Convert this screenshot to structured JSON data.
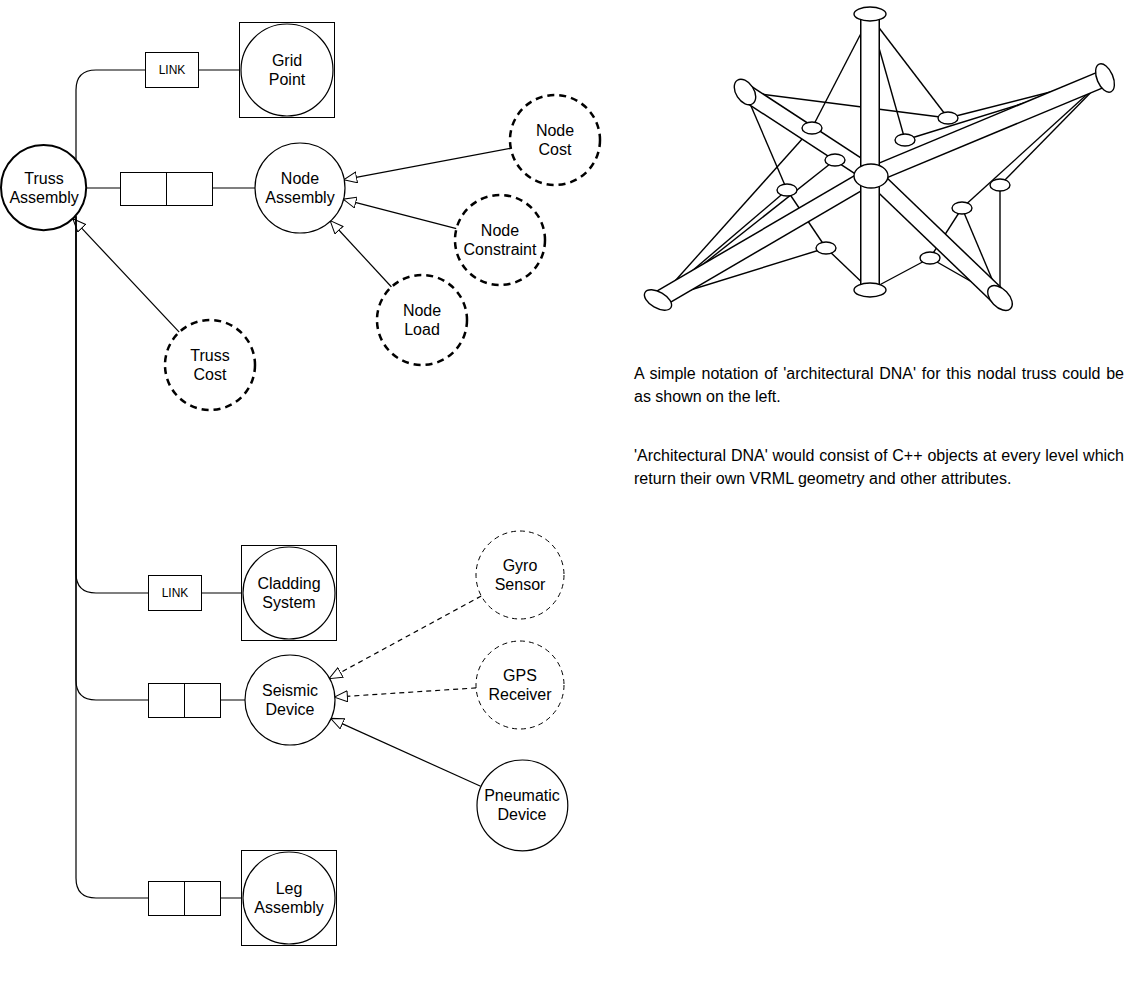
{
  "diagram": {
    "nodes": [
      {
        "text": [
          "Truss Assembly"
        ]
      },
      {
        "text": [
          "Grid Point"
        ]
      },
      {
        "text": [
          "Node Assembly"
        ]
      },
      {
        "text": [
          "Node Cost"
        ]
      },
      {
        "text": [
          "Node Constraint"
        ]
      },
      {
        "text": [
          "Node Load"
        ]
      },
      {
        "text": [
          "Truss Cost"
        ]
      },
      {
        "text": [
          "Cladding System"
        ]
      },
      {
        "text": [
          "Gyro Sensor"
        ]
      },
      {
        "text": [
          "GPS Receiver"
        ]
      },
      {
        "text": [
          "Seismic Device"
        ]
      },
      {
        "text": [
          "Pneumatic Device"
        ]
      },
      {
        "text": [
          "Leg Assembly"
        ]
      }
    ],
    "edges": [
      {
        "from": 0,
        "to": 1,
        "arrow": "none",
        "label": "LINK"
      },
      {
        "from": 0,
        "to": 2,
        "arrow": "none"
      },
      {
        "from": 6,
        "to": 0,
        "arrow": "to"
      },
      {
        "from": 3,
        "to": 2,
        "arrow": "to"
      },
      {
        "from": 4,
        "to": 2,
        "arrow": "to"
      },
      {
        "from": 5,
        "to": 2,
        "arrow": "to"
      },
      {
        "from": 0,
        "to": 7,
        "arrow": "none",
        "label": "LINK"
      },
      {
        "from": 0,
        "to": 10,
        "arrow": "none"
      },
      {
        "from": 0,
        "to": 12,
        "arrow": "none"
      },
      {
        "from": 8,
        "to": 10,
        "arrow": "to"
      },
      {
        "from": 9,
        "to": 10,
        "arrow": "to"
      },
      {
        "from": 11,
        "to": 10,
        "arrow": "to"
      }
    ],
    "labels": [
      "A simple notation of 'architectural DNA' for this nodal truss could be as shown on the left.",
      "'Architectural DNA' would consist of C++ objects at every level which return their own VRML geometry and other attributes."
    ]
  }
}
